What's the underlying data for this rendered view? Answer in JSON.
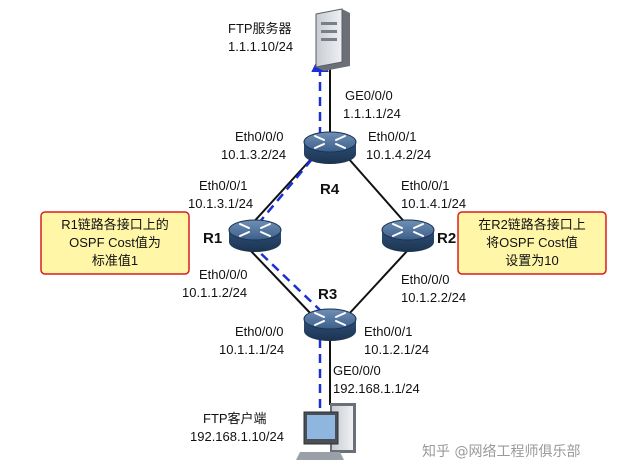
{
  "server": {
    "name": "FTP服务器",
    "ip": "1.1.1.10/24"
  },
  "client": {
    "name": "FTP客户端",
    "ip": "192.168.1.10/24"
  },
  "routers": {
    "r1": "R1",
    "r2": "R2",
    "r3": "R3",
    "r4": "R4"
  },
  "interfaces": {
    "r4_ge": {
      "name": "GE0/0/0",
      "ip": "1.1.1.1/24"
    },
    "r4_e0": {
      "name": "Eth0/0/0",
      "ip": "10.1.3.2/24"
    },
    "r4_e1": {
      "name": "Eth0/0/1",
      "ip": "10.1.4.2/24"
    },
    "r1_e1": {
      "name": "Eth0/0/1",
      "ip": "10.1.3.1/24"
    },
    "r1_e0": {
      "name": "Eth0/0/0",
      "ip": "10.1.1.2/24"
    },
    "r2_e1": {
      "name": "Eth0/0/1",
      "ip": "10.1.4.1/24"
    },
    "r2_e0": {
      "name": "Eth0/0/0",
      "ip": "10.1.2.2/24"
    },
    "r3_e0": {
      "name": "Eth0/0/0",
      "ip": "10.1.1.1/24"
    },
    "r3_e1": {
      "name": "Eth0/0/1",
      "ip": "10.1.2.1/24"
    },
    "r3_ge": {
      "name": "GE0/0/0",
      "ip": "192.168.1.1/24"
    }
  },
  "notes": {
    "left": [
      "R1链路各接口上的",
      "OSPF Cost值为",
      "标准值1"
    ],
    "right": [
      "在R2链路各接口上",
      "将OSPF Cost值",
      "设置为10"
    ]
  },
  "watermark": "知乎 @网络工程师俱乐部",
  "colors": {
    "path": "#1a2fd6",
    "note_bg": "#fff6a8",
    "note_border": "#d81e1e",
    "router": "#2a4f78"
  }
}
